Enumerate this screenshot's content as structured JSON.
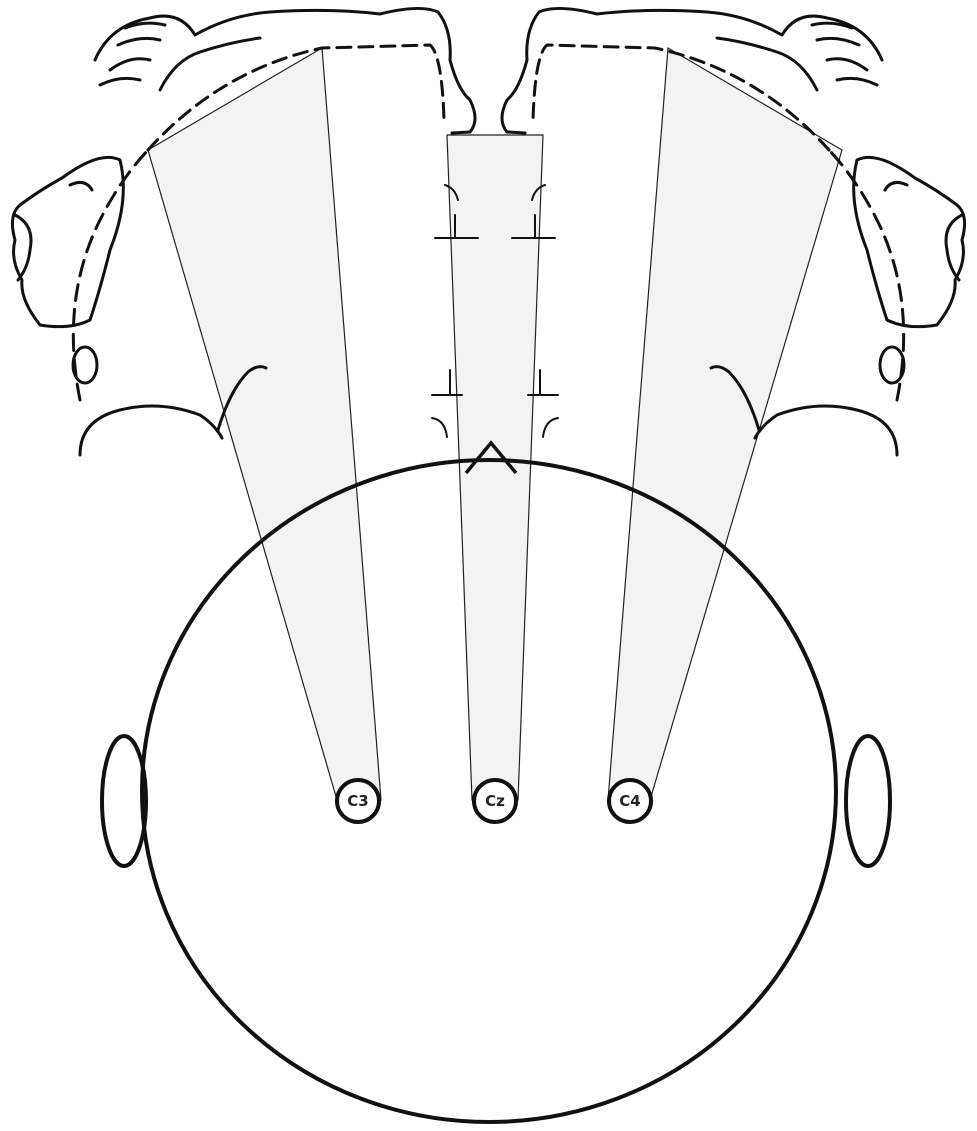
{
  "electrodes": [
    {
      "id": "c3",
      "label": "C3"
    },
    {
      "id": "cz",
      "label": "Cz"
    },
    {
      "id": "c4",
      "label": "C4"
    }
  ],
  "colors": {
    "projection_fill": "#f3f3f3",
    "line": "#111111",
    "background": "#ffffff"
  }
}
